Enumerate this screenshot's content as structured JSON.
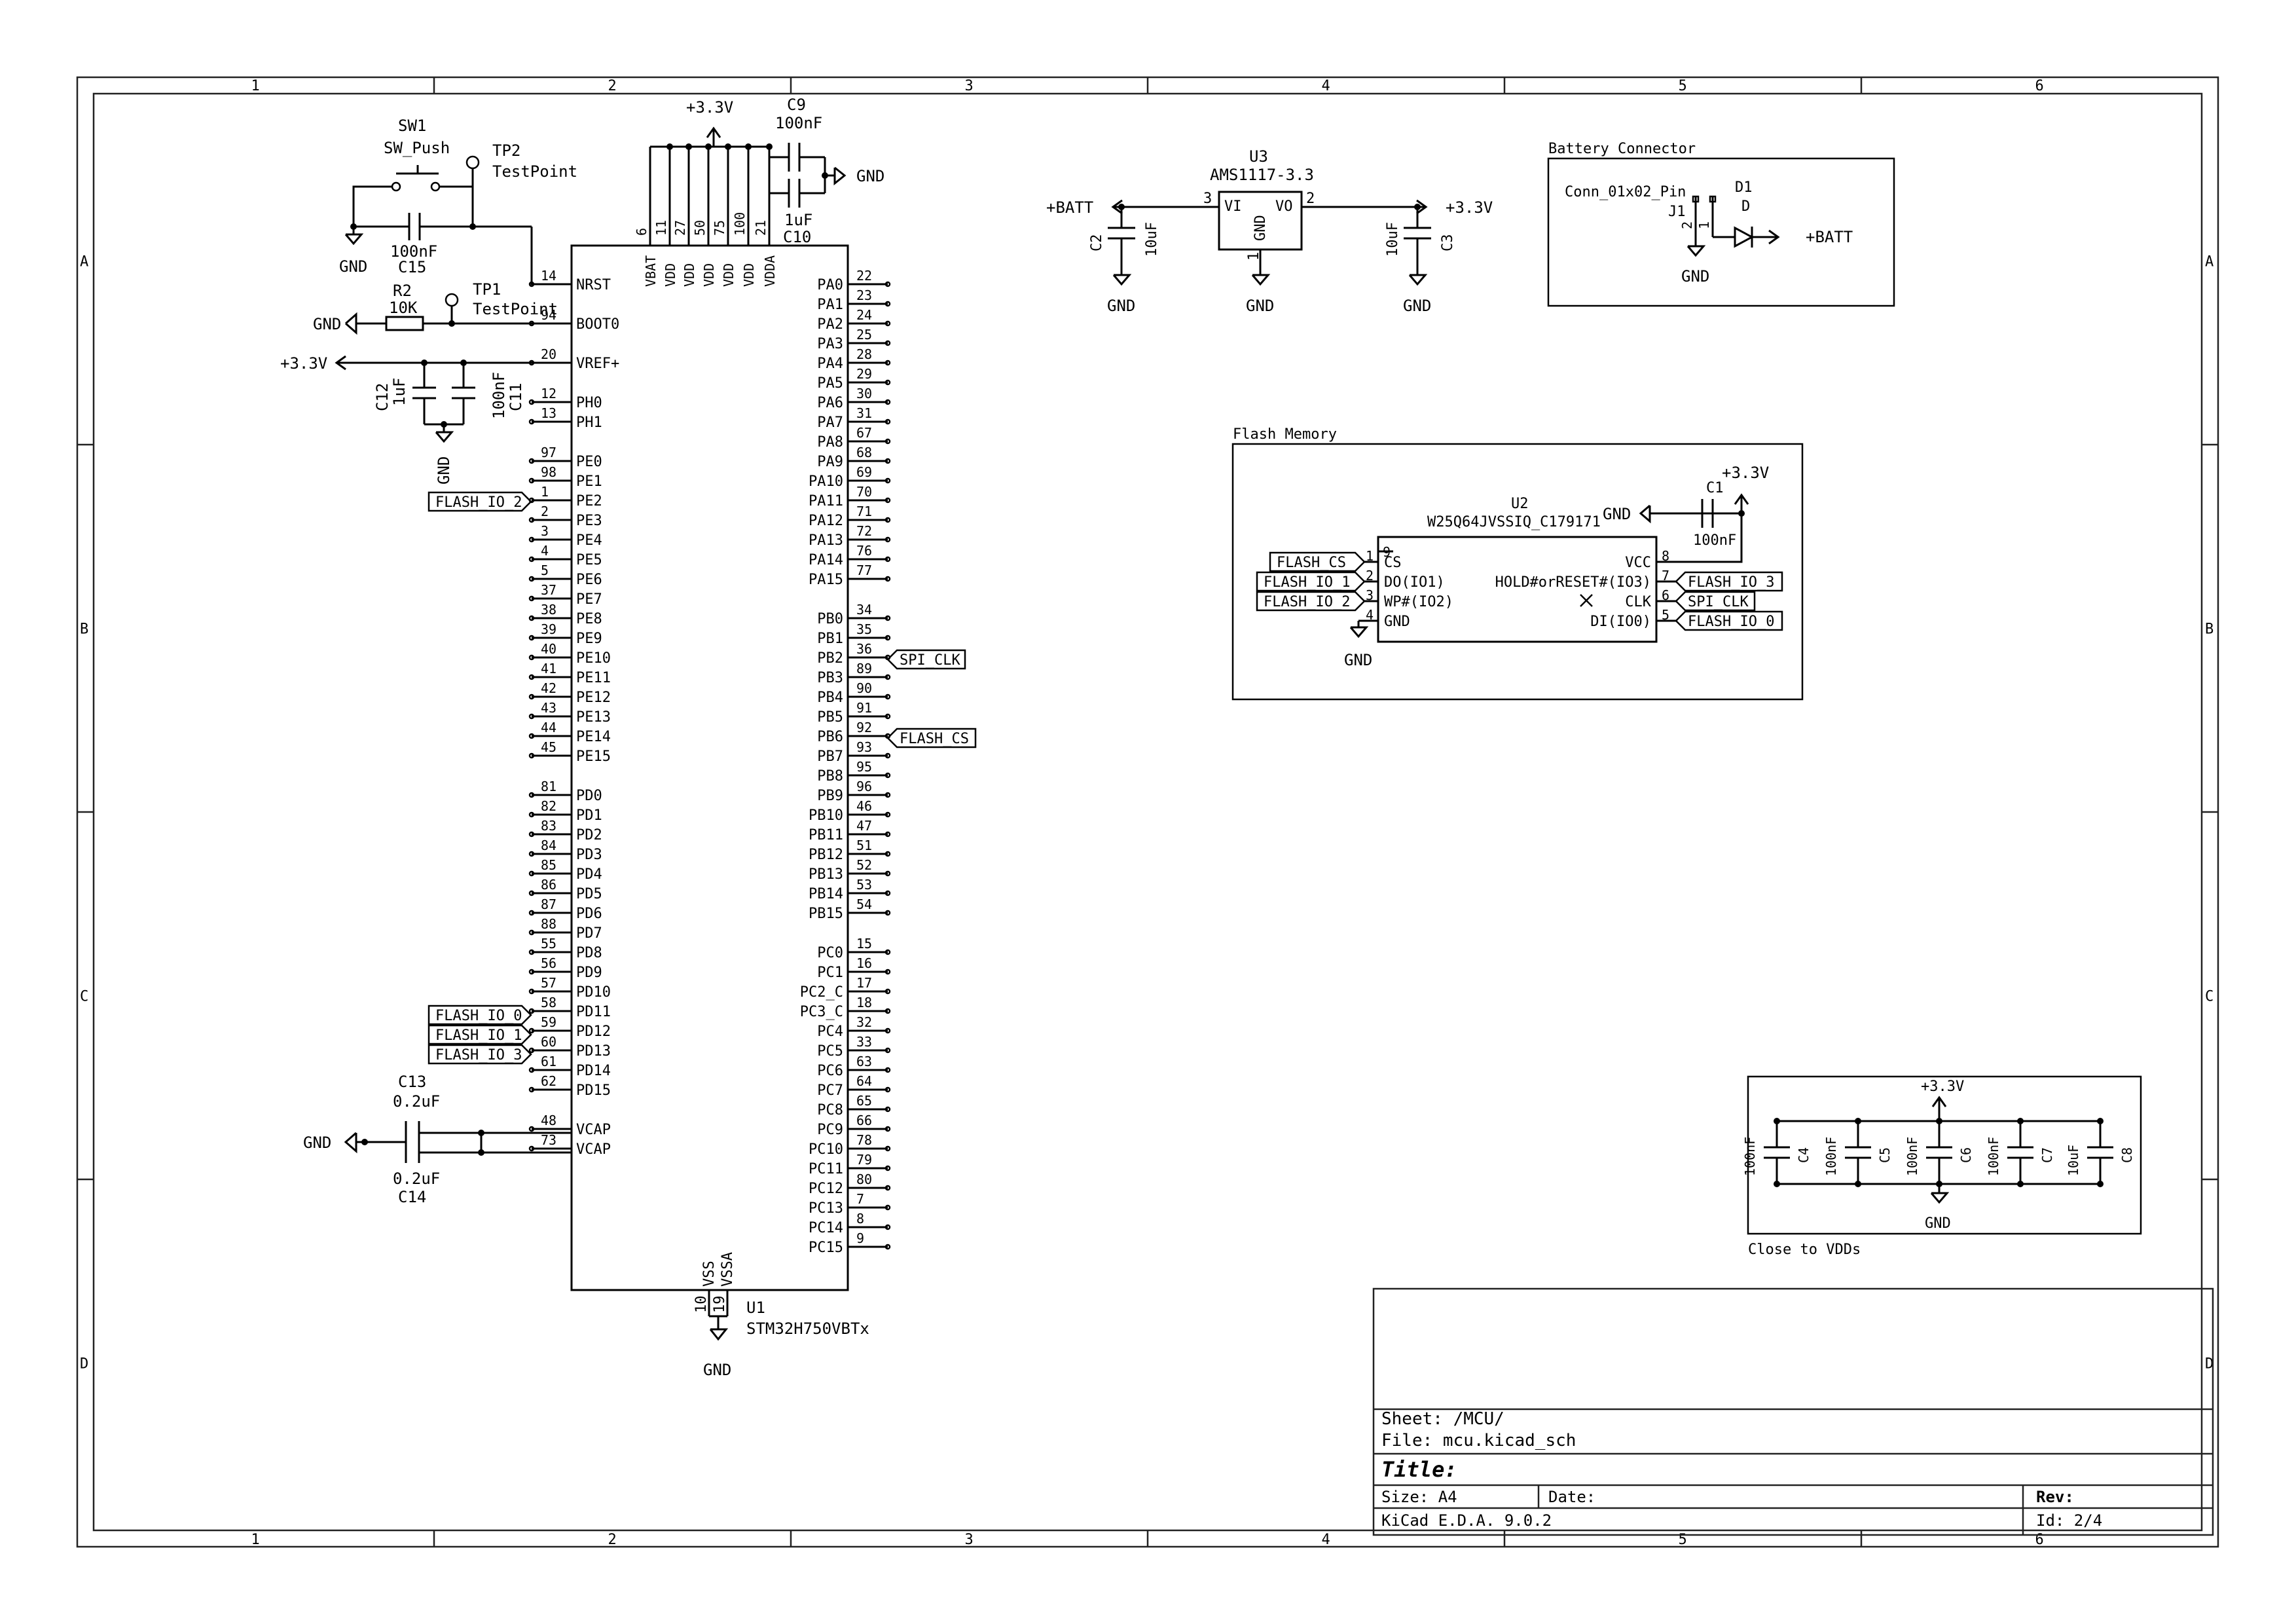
{
  "frame": {
    "columns": [
      "1",
      "2",
      "3",
      "4",
      "5",
      "6"
    ],
    "rows": [
      "A",
      "B",
      "C",
      "D"
    ]
  },
  "title_block": {
    "sheet": "Sheet: /MCU/",
    "file": "File: mcu.kicad_sch",
    "title": "Title:",
    "size": "Size: A4",
    "date": "Date:",
    "rev": "Rev:",
    "tool": "KiCad E.D.A. 9.0.2",
    "id": "Id: 2/4"
  },
  "nets": {
    "v33": "+3.3V",
    "gnd": "GND",
    "batt": "+BATT"
  },
  "mcu": {
    "ref": "U1",
    "value": "STM32H750VBTx",
    "top_pins": [
      {
        "num": "6",
        "name": "VBAT"
      },
      {
        "num": "11",
        "name": "VDD"
      },
      {
        "num": "27",
        "name": "VDD"
      },
      {
        "num": "50",
        "name": "VDD"
      },
      {
        "num": "75",
        "name": "VDD"
      },
      {
        "num": "100",
        "name": "VDD"
      },
      {
        "num": "21",
        "name": "VDDA"
      }
    ],
    "bottom_pins": [
      {
        "num": "10",
        "name": "VSS"
      },
      {
        "num": "19",
        "name": "VSSA"
      }
    ],
    "left_pins": [
      {
        "num": "14",
        "name": "NRST",
        "row": 0
      },
      {
        "num": "94",
        "name": "BOOT0",
        "row": 2
      },
      {
        "num": "20",
        "name": "VREF+",
        "row": 4
      },
      {
        "num": "12",
        "name": "PH0",
        "row": 6
      },
      {
        "num": "13",
        "name": "PH1",
        "row": 7
      },
      {
        "num": "97",
        "name": "PE0",
        "row": 9
      },
      {
        "num": "98",
        "name": "PE1",
        "row": 10
      },
      {
        "num": "1",
        "name": "PE2",
        "row": 11
      },
      {
        "num": "2",
        "name": "PE3",
        "row": 12
      },
      {
        "num": "3",
        "name": "PE4",
        "row": 13
      },
      {
        "num": "4",
        "name": "PE5",
        "row": 14
      },
      {
        "num": "5",
        "name": "PE6",
        "row": 15
      },
      {
        "num": "37",
        "name": "PE7",
        "row": 16
      },
      {
        "num": "38",
        "name": "PE8",
        "row": 17
      },
      {
        "num": "39",
        "name": "PE9",
        "row": 18
      },
      {
        "num": "40",
        "name": "PE10",
        "row": 19
      },
      {
        "num": "41",
        "name": "PE11",
        "row": 20
      },
      {
        "num": "42",
        "name": "PE12",
        "row": 21
      },
      {
        "num": "43",
        "name": "PE13",
        "row": 22
      },
      {
        "num": "44",
        "name": "PE14",
        "row": 23
      },
      {
        "num": "45",
        "name": "PE15",
        "row": 24
      },
      {
        "num": "81",
        "name": "PD0",
        "row": 26
      },
      {
        "num": "82",
        "name": "PD1",
        "row": 27
      },
      {
        "num": "83",
        "name": "PD2",
        "row": 28
      },
      {
        "num": "84",
        "name": "PD3",
        "row": 29
      },
      {
        "num": "85",
        "name": "PD4",
        "row": 30
      },
      {
        "num": "86",
        "name": "PD5",
        "row": 31
      },
      {
        "num": "87",
        "name": "PD6",
        "row": 32
      },
      {
        "num": "88",
        "name": "PD7",
        "row": 33
      },
      {
        "num": "55",
        "name": "PD8",
        "row": 34
      },
      {
        "num": "56",
        "name": "PD9",
        "row": 35
      },
      {
        "num": "57",
        "name": "PD10",
        "row": 36
      },
      {
        "num": "58",
        "name": "PD11",
        "row": 37
      },
      {
        "num": "59",
        "name": "PD12",
        "row": 38
      },
      {
        "num": "60",
        "name": "PD13",
        "row": 39
      },
      {
        "num": "61",
        "name": "PD14",
        "row": 40
      },
      {
        "num": "62",
        "name": "PD15",
        "row": 41
      },
      {
        "num": "48",
        "name": "VCAP",
        "row": 43
      },
      {
        "num": "73",
        "name": "VCAP",
        "row": 44
      }
    ],
    "right_pins": [
      {
        "num": "22",
        "name": "PA0",
        "row": 0
      },
      {
        "num": "23",
        "name": "PA1",
        "row": 1
      },
      {
        "num": "24",
        "name": "PA2",
        "row": 2
      },
      {
        "num": "25",
        "name": "PA3",
        "row": 3
      },
      {
        "num": "28",
        "name": "PA4",
        "row": 4
      },
      {
        "num": "29",
        "name": "PA5",
        "row": 5
      },
      {
        "num": "30",
        "name": "PA6",
        "row": 6
      },
      {
        "num": "31",
        "name": "PA7",
        "row": 7
      },
      {
        "num": "67",
        "name": "PA8",
        "row": 8
      },
      {
        "num": "68",
        "name": "PA9",
        "row": 9
      },
      {
        "num": "69",
        "name": "PA10",
        "row": 10
      },
      {
        "num": "70",
        "name": "PA11",
        "row": 11
      },
      {
        "num": "71",
        "name": "PA12",
        "row": 12
      },
      {
        "num": "72",
        "name": "PA13",
        "row": 13
      },
      {
        "num": "76",
        "name": "PA14",
        "row": 14
      },
      {
        "num": "77",
        "name": "PA15",
        "row": 15
      },
      {
        "num": "34",
        "name": "PB0",
        "row": 17
      },
      {
        "num": "35",
        "name": "PB1",
        "row": 18
      },
      {
        "num": "36",
        "name": "PB2",
        "row": 19
      },
      {
        "num": "89",
        "name": "PB3",
        "row": 20
      },
      {
        "num": "90",
        "name": "PB4",
        "row": 21
      },
      {
        "num": "91",
        "name": "PB5",
        "row": 22
      },
      {
        "num": "92",
        "name": "PB6",
        "row": 23
      },
      {
        "num": "93",
        "name": "PB7",
        "row": 24
      },
      {
        "num": "95",
        "name": "PB8",
        "row": 25
      },
      {
        "num": "96",
        "name": "PB9",
        "row": 26
      },
      {
        "num": "46",
        "name": "PB10",
        "row": 27
      },
      {
        "num": "47",
        "name": "PB11",
        "row": 28
      },
      {
        "num": "51",
        "name": "PB12",
        "row": 29
      },
      {
        "num": "52",
        "name": "PB13",
        "row": 30
      },
      {
        "num": "53",
        "name": "PB14",
        "row": 31
      },
      {
        "num": "54",
        "name": "PB15",
        "row": 32
      },
      {
        "num": "15",
        "name": "PC0",
        "row": 34
      },
      {
        "num": "16",
        "name": "PC1",
        "row": 35
      },
      {
        "num": "17",
        "name": "PC2_C",
        "row": 36
      },
      {
        "num": "18",
        "name": "PC3_C",
        "row": 37
      },
      {
        "num": "32",
        "name": "PC4",
        "row": 38
      },
      {
        "num": "33",
        "name": "PC5",
        "row": 39
      },
      {
        "num": "63",
        "name": "PC6",
        "row": 40
      },
      {
        "num": "64",
        "name": "PC7",
        "row": 41
      },
      {
        "num": "65",
        "name": "PC8",
        "row": 42
      },
      {
        "num": "66",
        "name": "PC9",
        "row": 43
      },
      {
        "num": "78",
        "name": "PC10",
        "row": 44
      },
      {
        "num": "79",
        "name": "PC11",
        "row": 45
      },
      {
        "num": "80",
        "name": "PC12",
        "row": 46
      },
      {
        "num": "7",
        "name": "PC13",
        "row": 47
      },
      {
        "num": "8",
        "name": "PC14",
        "row": 48
      },
      {
        "num": "9",
        "name": "PC15",
        "row": 49
      }
    ]
  },
  "net_labels": {
    "flash_io_2": "FLASH_IO_2",
    "flash_io_0": "FLASH_IO_0",
    "flash_io_1": "FLASH_IO_1",
    "flash_io_3": "FLASH_IO_3",
    "spi_clk": "SPI_CLK",
    "flash_cs": "FLASH_CS"
  },
  "parts": {
    "sw1": {
      "ref": "SW1",
      "value": "SW_Push"
    },
    "tp2": {
      "ref": "TP2",
      "value": "TestPoint"
    },
    "tp1": {
      "ref": "TP1",
      "value": "TestPoint"
    },
    "c15": {
      "ref": "C15",
      "value": "100nF"
    },
    "r2": {
      "ref": "R2",
      "value": "10K"
    },
    "c12": {
      "ref": "C12",
      "value": "1uF"
    },
    "c11": {
      "ref": "C11",
      "value": "100nF"
    },
    "c9": {
      "ref": "C9",
      "value": "100nF"
    },
    "c10": {
      "ref": "C10",
      "value": "1uF"
    },
    "c13": {
      "ref": "C13",
      "value": "0.2uF"
    },
    "c14": {
      "ref": "C14",
      "value": "0.2uF"
    },
    "u3": {
      "ref": "U3",
      "value": "AMS1117-3.3",
      "pin_vi": "VI",
      "pin_vo": "VO",
      "pin_gnd": "GND",
      "num_vi": "3",
      "num_vo": "2",
      "num_gnd": "1"
    },
    "c2": {
      "ref": "C2",
      "value": "10uF"
    },
    "c3": {
      "ref": "C3",
      "value": "10uF"
    },
    "j1": {
      "ref": "J1",
      "value": "Conn_01x02_Pin",
      "pin2": "2",
      "pin1": "1"
    },
    "d1": {
      "ref": "D1",
      "value": "D"
    },
    "u2": {
      "ref": "U2",
      "value": "W25Q64JVSSIQ_C179171",
      "pins_left": [
        {
          "num": "1",
          "name": "CS"
        },
        {
          "num": "2",
          "name": "DO(IO1)"
        },
        {
          "num": "3",
          "name": "WP#(IO2)"
        },
        {
          "num": "4",
          "name": "GND"
        }
      ],
      "pin9": "9",
      "pins_right": [
        {
          "num": "8",
          "name": "VCC"
        },
        {
          "num": "7",
          "name": "HOLD#orRESET#(IO3)"
        },
        {
          "num": "6",
          "name": "CLK"
        },
        {
          "num": "5",
          "name": "DI(IO0)"
        }
      ]
    },
    "c1": {
      "ref": "C1",
      "value": "100nF"
    },
    "decoupling": [
      {
        "ref": "C4",
        "value": "100nF"
      },
      {
        "ref": "C5",
        "value": "100nF"
      },
      {
        "ref": "C6",
        "value": "100nF"
      },
      {
        "ref": "C7",
        "value": "100nF"
      },
      {
        "ref": "C8",
        "value": "10uF"
      }
    ]
  },
  "groups": {
    "battery": "Battery Connector",
    "flash": "Flash Memory",
    "vdd_note": "Close to VDDs"
  }
}
